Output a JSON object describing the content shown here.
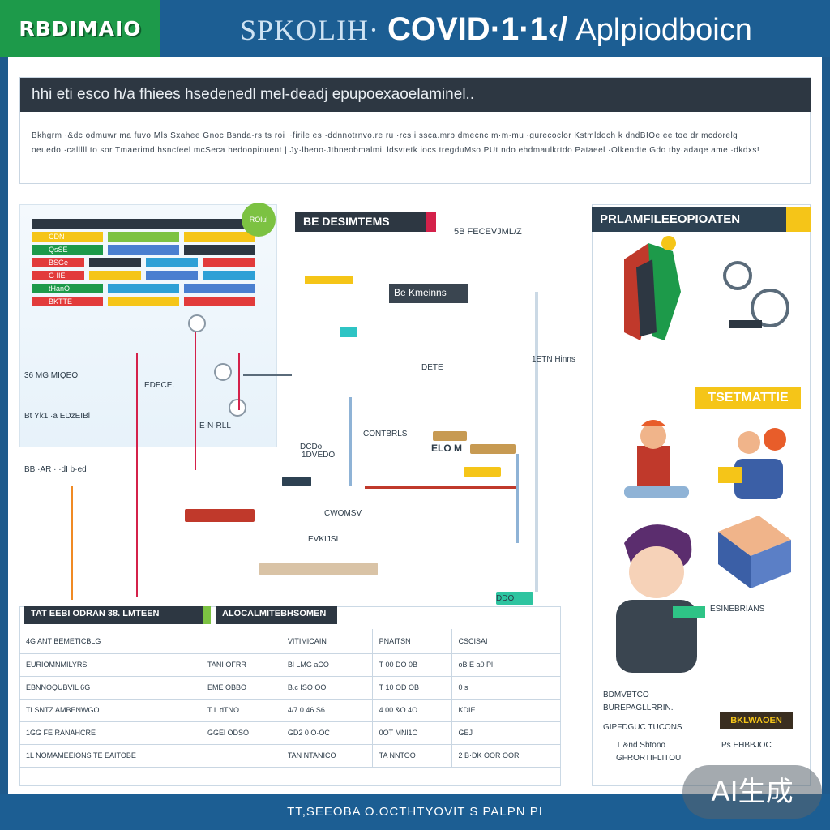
{
  "header": {
    "brand": "RBDIMAIO",
    "title_prefix": "SPKOLIH·",
    "title_main": "COVID·1·1‹/",
    "title_tail": "Aplpiodboicn"
  },
  "intro": {
    "bar_text": "hhi eti esco h/a fhiees hsedenedl mel-deadj epupoexaoelaminel..",
    "line1": "Bkhgrm ·&dc odmuwr ma fuvo Mls Sxahee Gnoc Bsnda·rs ts roi ~firile  es ·ddnnotrnvo.re ru ·rcs i ssca.mrb dmecnc m·m·mu ·gurecoclor Kstmldoch  k dndBIOe  ee toe dr mcdorelg",
    "line2": "oeuedo ·calllll to sor Tmaerimd  hsncfeel mcSeca  hedoopinuent | Jy·lbeno·Jtbneobmalmil ldsvtetk iocs tregduMso  PUt ndo ehdmaulkrtdo Pataeel ·Olkendte  Gdo tby·adaqe  ame ·dkdxs!"
  },
  "left_panel": {
    "badge_text": "ROlul",
    "bars": [
      {
        "label": "",
        "colors": [
          "#2d3742"
        ]
      },
      {
        "label": "CDN",
        "colors": [
          "#f5c518",
          "#7cc242",
          "#f5c518"
        ]
      },
      {
        "label": "QsSE",
        "colors": [
          "#1d9a4a",
          "#4a7fd0",
          "#2d3742"
        ]
      },
      {
        "label": "BSGe",
        "colors": [
          "#e23b3b",
          "#2d3742",
          "#2ea0d6",
          "#e23b3b"
        ]
      },
      {
        "label": "G IIEl",
        "colors": [
          "#e23b3b",
          "#f5c518",
          "#4a7fd0",
          "#2ea0d6"
        ]
      },
      {
        "label": "tHanO",
        "colors": [
          "#1d9a4a",
          "#2ea0d6",
          "#4a7fd0"
        ]
      },
      {
        "label": "BKTTE",
        "colors": [
          "#e23b3b",
          "#f5c518",
          "#e23b3b"
        ]
      }
    ],
    "notes": [
      "36 MG MIQEOI",
      "EDECE.",
      "E·N·RLL",
      "Bt Yk1 ·a EDzEIBl",
      "BB ·AR · ·dI b·ed"
    ]
  },
  "center": {
    "head": "BE DESIMTEMS",
    "sub_label": "5B FECEVJML/Z",
    "sub_head": "Be Kmeinns",
    "notes": [
      "DETE",
      "1ETN Hinns",
      "CONTBRLS",
      "ELO M",
      "1DVEDO",
      "DCDo",
      "CWOMSV",
      "EVKIJSI",
      "DDO"
    ]
  },
  "right": {
    "head": "PRLAMFILEEOPIOATEN",
    "tag_yellow": "TSETMATTIE",
    "tag_dark": "BKLWAOEN",
    "notes": [
      "ESINEBRIANS",
      "BDMVBTCO",
      "BUREPAGLLRRIN.",
      "GIPFDGUC TUCONS",
      "T &nd Sbtono",
      "GFRORTIFLITOU",
      "Ps EHBBJOC"
    ]
  },
  "table": {
    "tab_a": "TAT EEBI ODRAN 38. LMTEEN",
    "tab_b": "ALOCALMITEBHSOMEN",
    "headers": [
      "4G ANT BEMETICBLG",
      "",
      "VITIMICAIN",
      "PNAITSN",
      "CSCISAI"
    ],
    "rows": [
      [
        "EURIOMNMILYRS",
        "TANI OFRR",
        "Bl LMG aCO",
        "T 00 DO 0B",
        "oB E a0 Pl"
      ],
      [
        "EBNNOQUBVIL 6G",
        "EME OBBO",
        "B.c ISO OO",
        "T 10 OD OB",
        "0 s"
      ],
      [
        "TLSNTZ AMBENWGO",
        "T L dTNO",
        "4/7 0 46 S6",
        "4 00 &O 4O",
        "KDIE"
      ],
      [
        "1GG FE RANAHCRE",
        "GGEl ODSO",
        "GD2 0 O·OC",
        "0OT MNl1O",
        "GEJ"
      ],
      [
        "1L NOMAMEEIONS TE EAITOBE",
        "",
        "TAN NTANICO",
        "TA NNTOO",
        "2 B·DK OOR   OOR"
      ]
    ]
  },
  "footer": {
    "text": "TT,SEEOBA  O.OCTHTYOVIT  S PALPN PI"
  },
  "watermark": "AI生成",
  "colors": {
    "header_blue": "#1c5e93",
    "brand_green": "#1d9a4a",
    "dark_bar": "#2d3742",
    "accent_yellow": "#f5c518",
    "accent_red": "#d4214a",
    "accent_lime": "#7cc242"
  }
}
